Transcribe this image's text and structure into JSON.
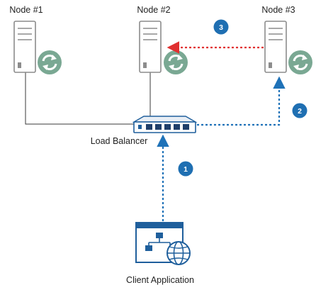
{
  "nodes": [
    {
      "name": "Node #1"
    },
    {
      "name": "Node #2"
    },
    {
      "name": "Node #3"
    }
  ],
  "load_balancer": {
    "label": "Load Balancer"
  },
  "client": {
    "label": "Client Application"
  },
  "steps": [
    {
      "number": "1"
    },
    {
      "number": "2"
    },
    {
      "number": "3"
    }
  ],
  "colors": {
    "blue_dotted": "#1f72b8",
    "red_dotted": "#e03030",
    "badge": "#1f6fb2",
    "sync_icon": "#7aa893",
    "server_gray": "#8c8c8c"
  }
}
